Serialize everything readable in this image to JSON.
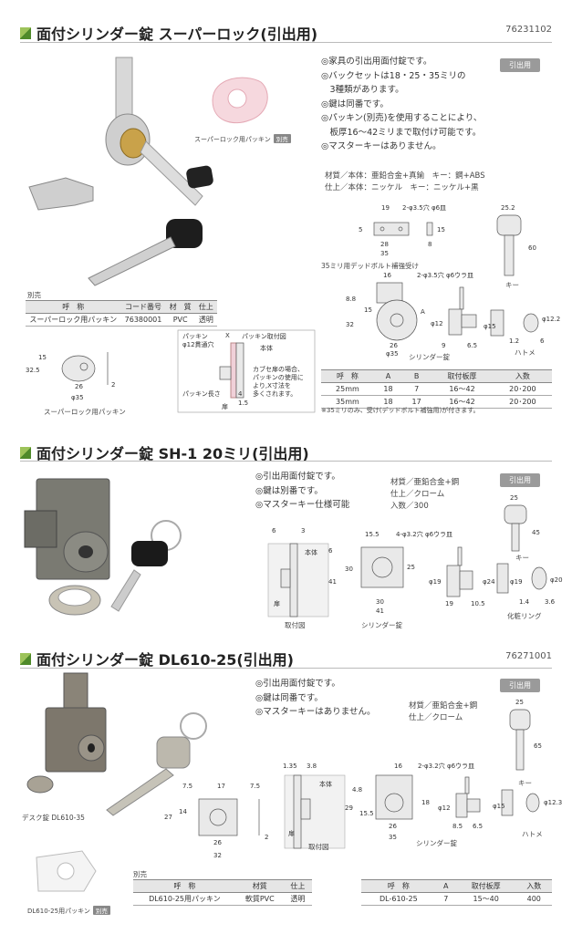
{
  "s1": {
    "title": "面付シリンダー錠 スーパーロック(引出用)",
    "code": "76231102",
    "badge": "引出用",
    "features": [
      "◎家具の引出用面付錠です。",
      "◎バックセットは18・25・35ミリの",
      "　3種類があります。",
      "◎鍵は同番です。",
      "◎パッキン(別売)を使用することにより、",
      "　板厚16～42ミリまで取付け可能です。",
      "◎マスターキーはありません。"
    ],
    "spec": [
      "材質／本体：亜鉛合金+真鍮　キー：鋼+ABS",
      "仕上／本体：ニッケル　キー：ニッケル+黒"
    ],
    "packing_label": "スーパーロック用パッキン",
    "packing_tag": "別売",
    "betsu_label": "別売",
    "betsu_table": {
      "headers": [
        "呼　称",
        "コード番号",
        "材　質",
        "仕上"
      ],
      "rows": [
        [
          "スーパーロック用パッキン",
          "76380001",
          "PVC",
          "透明"
        ]
      ]
    },
    "packing_caption": "スーパーロック用パッキン",
    "reinforce_caption": "35ミリ用デッドボルト補強受け",
    "cylinder_caption": "シリンダー錠",
    "key_caption": "キー",
    "hatome_caption": "ハトメ",
    "install_labels": {
      "packing": "パッキン",
      "hole": "φ12貫通穴",
      "mount": "パッキン取付図",
      "body": "本体",
      "note": [
        "カブセ扉の場合、",
        "パッキンの使用に",
        "より,X寸法を",
        "多くされます。"
      ],
      "plen": "パッキン長さ",
      "door": "扉"
    },
    "main_table": {
      "headers": [
        "呼　称",
        "A",
        "B",
        "取付板厚",
        "入数"
      ],
      "rows": [
        [
          "25mm",
          "18",
          "7",
          "16～42",
          "20･200"
        ],
        [
          "35mm",
          "18",
          "17",
          "16～42",
          "20･200"
        ]
      ]
    },
    "footnote": "※35ミリのみ、受け(デッドボルト補強用)が付きます。",
    "dims": {
      "d19": "19",
      "d2h": "2-φ3.5穴 φ6皿",
      "d5": "5",
      "d28": "28",
      "d35": "35",
      "d8": "8",
      "d15": "15",
      "d252": "25.2",
      "d60": "60",
      "d16": "16",
      "d2h2": "2-φ3.5穴 φ6ウラ皿",
      "d88": "8.8",
      "d32": "32",
      "d26": "26",
      "dA": "A",
      "dphi35": "φ35",
      "dphi12": "φ12",
      "d9": "9",
      "d65": "6.5",
      "dphi15": "φ15",
      "dphi122": "φ12.2",
      "d12": "1.2",
      "d6": "6",
      "dX": "X",
      "d4": "4",
      "d15b": "1.5",
      "d325": "32.5",
      "d26b": "26",
      "dphi35b": "φ35",
      "d2": "2",
      "d15c": "15"
    }
  },
  "s2": {
    "title": "面付シリンダー錠 SH-1 20ミリ(引出用)",
    "badge": "引出用",
    "features": [
      "◎引出用面付錠です。",
      "◎鍵は別番です。",
      "◎マスターキー仕様可能"
    ],
    "spec": [
      "材質／亜鉛合金+鋼",
      "仕上／クローム",
      "入数／300"
    ],
    "key_caption": "キー",
    "mount_caption": "取付図",
    "cyl_caption": "シリンダー錠",
    "ring_caption": "化粧リング",
    "dims": {
      "d6": "6",
      "d3": "3",
      "body": "本体",
      "door": "扉",
      "d155": "15.5",
      "d4h": "4-φ3.2穴 φ6ウラ皿",
      "d30": "30",
      "d41": "41",
      "d25": "25",
      "d41b": "41",
      "dphi19": "φ19",
      "d19": "19",
      "d105": "10.5",
      "dphi24": "φ24",
      "dphi19b": "φ19",
      "dphi20": "φ20",
      "d14": "1.4",
      "d36": "3.6",
      "d25k": "25",
      "d45": "45"
    }
  },
  "s3": {
    "title": "面付シリンダー錠 DL610-25(引出用)",
    "code": "76271001",
    "badge": "引出用",
    "features": [
      "◎引出用面付錠です。",
      "◎鍵は同番です。",
      "◎マスターキーはありません。"
    ],
    "spec": [
      "材質／亜鉛合金+鋼",
      "仕上／クローム"
    ],
    "desk_caption": "デスク錠 DL610-35",
    "packing_caption": "DL610-25用パッキン",
    "packing_tag": "別売",
    "betsu_label": "別売",
    "betsu_table": {
      "headers": [
        "呼　称",
        "材質",
        "仕上"
      ],
      "rows": [
        [
          "DL610-25用パッキン",
          "軟質PVC",
          "透明"
        ]
      ]
    },
    "main_table": {
      "headers": [
        "呼　称",
        "A",
        "取付板厚",
        "入数"
      ],
      "rows": [
        [
          "DL-610-25",
          "7",
          "15～40",
          "400"
        ]
      ]
    },
    "key_caption": "キー",
    "mount_caption": "取付図",
    "cyl_caption": "シリンダー錠",
    "hatome_caption": "ハトメ",
    "dims": {
      "d75": "7.5",
      "d17": "17",
      "d75b": "7.5",
      "d27": "27",
      "d14": "14",
      "d26": "26",
      "d32": "32",
      "d2": "2",
      "d135": "1.35",
      "d38": "3.8",
      "body": "本体",
      "door": "扉",
      "d16": "16",
      "d2h": "2-φ3.2穴 φ6ウラ皿",
      "d48": "4.8",
      "d29": "29",
      "d155": "15.5",
      "d18": "18",
      "d26b": "26",
      "d35": "35",
      "dphi12": "φ12",
      "d85": "8.5",
      "d65": "6.5",
      "dphi15": "φ15",
      "dphi123": "φ12.3",
      "d25k": "25",
      "d65k": "65"
    }
  }
}
